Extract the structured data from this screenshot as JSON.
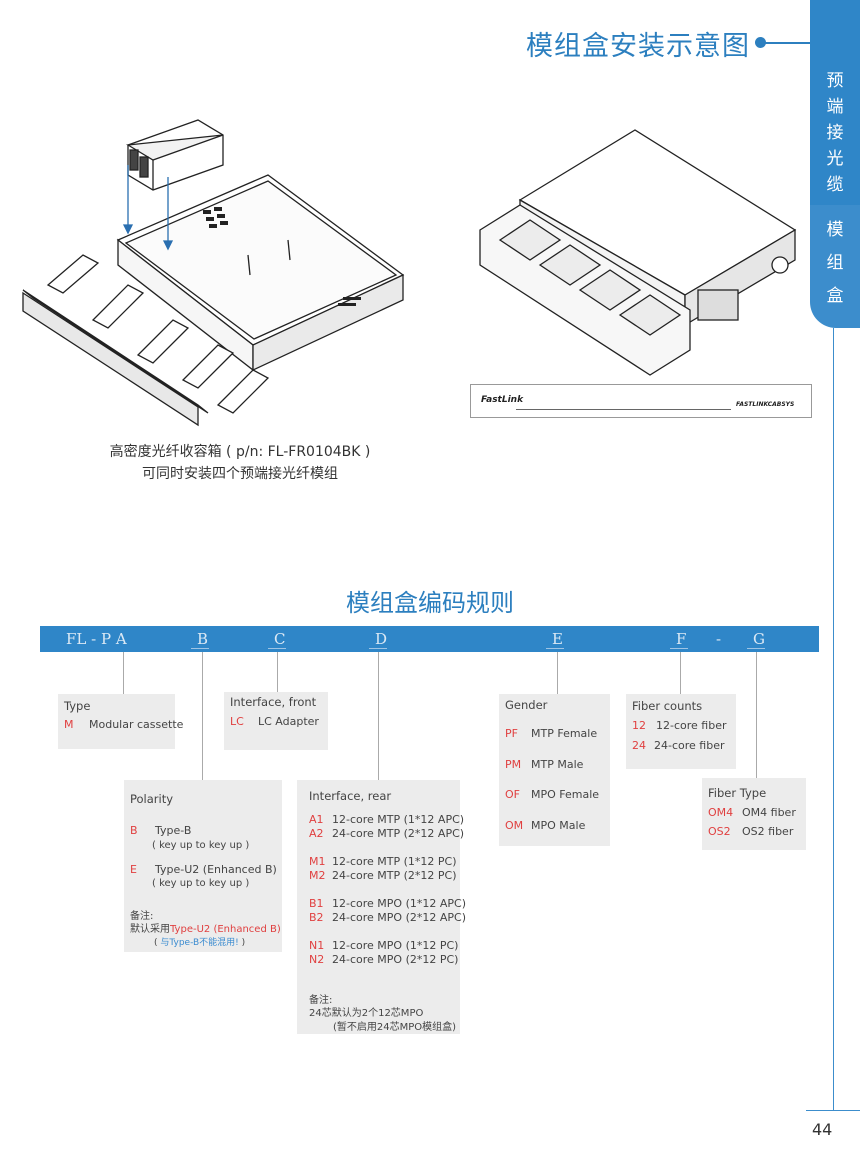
{
  "header": {
    "title": "模组盒安装示意图",
    "side_tab": [
      "预",
      "端",
      "接",
      "光",
      "缆",
      "模",
      "组",
      "盒"
    ],
    "accent": "#2c7fbf"
  },
  "figures": {
    "caption_line1": "高密度光纤收容箱 ( p/n: FL-FR0104BK )",
    "caption_line2": "可同时安装四个预端接光纤模组",
    "label_brand_left": "FastLink",
    "label_brand_right": "FASTLINKCABSYS"
  },
  "coding": {
    "subtitle": "模组盒编码规则",
    "bar": {
      "prefix": "FL - P A",
      "b": "B",
      "c": "C",
      "d": "D",
      "e": "E",
      "f": "F",
      "dash": "-",
      "g": "G"
    },
    "type": {
      "head": "Type",
      "rows": [
        {
          "code": "M",
          "text": "Modular cassette"
        }
      ]
    },
    "front": {
      "head": "Interface, front",
      "rows": [
        {
          "code": "LC",
          "text": "LC Adapter"
        }
      ]
    },
    "polarity": {
      "head": "Polarity",
      "b_code": "B",
      "b_text": "Type-B",
      "b_note": "( key up to key up )",
      "e_code": "E",
      "e_text": "Type-U2 (Enhanced B)",
      "e_note": "( key up to key up )",
      "note_label": "备注:",
      "note_prefix": "默认采用",
      "note_highlight": "Type-U2 (Enhanced B)",
      "note_open": "(",
      "note_blue": "与Type-B不能混用!",
      "note_close": ")"
    },
    "rear": {
      "head": "Interface, rear",
      "rows": [
        {
          "code": "A1",
          "text": "12-core MTP (1*12 APC)"
        },
        {
          "code": "A2",
          "text": "24-core MTP (2*12 APC)"
        },
        {
          "code": "M1",
          "text": "12-core MTP (1*12 PC)"
        },
        {
          "code": "M2",
          "text": "24-core MTP (2*12 PC)"
        },
        {
          "code": "B1",
          "text": "12-core MPO (1*12 APC)"
        },
        {
          "code": "B2",
          "text": "24-core MPO (2*12 APC)"
        },
        {
          "code": "N1",
          "text": "12-core MPO (1*12 PC)"
        },
        {
          "code": "N2",
          "text": "24-core MPO (2*12 PC)"
        }
      ],
      "note_label": "备注:",
      "note_line1": "24芯默认为2个12芯MPO",
      "note_line2": "(暂不启用24芯MPO模组盒)"
    },
    "gender": {
      "head": "Gender",
      "rows": [
        {
          "code": "PF",
          "text": "MTP Female"
        },
        {
          "code": "PM",
          "text": "MTP Male"
        },
        {
          "code": "OF",
          "text": "MPO Female"
        },
        {
          "code": "OM",
          "text": "MPO Male"
        }
      ]
    },
    "fiber_counts": {
      "head": "Fiber counts",
      "rows": [
        {
          "code": "12",
          "text": "12-core fiber"
        },
        {
          "code": "24",
          "text": "24-core fiber"
        }
      ]
    },
    "fiber_type": {
      "head": "Fiber Type",
      "rows": [
        {
          "code": "OM4",
          "text": "OM4 fiber"
        },
        {
          "code": "OS2",
          "text": "OS2 fiber"
        }
      ]
    }
  },
  "page_number": "44"
}
